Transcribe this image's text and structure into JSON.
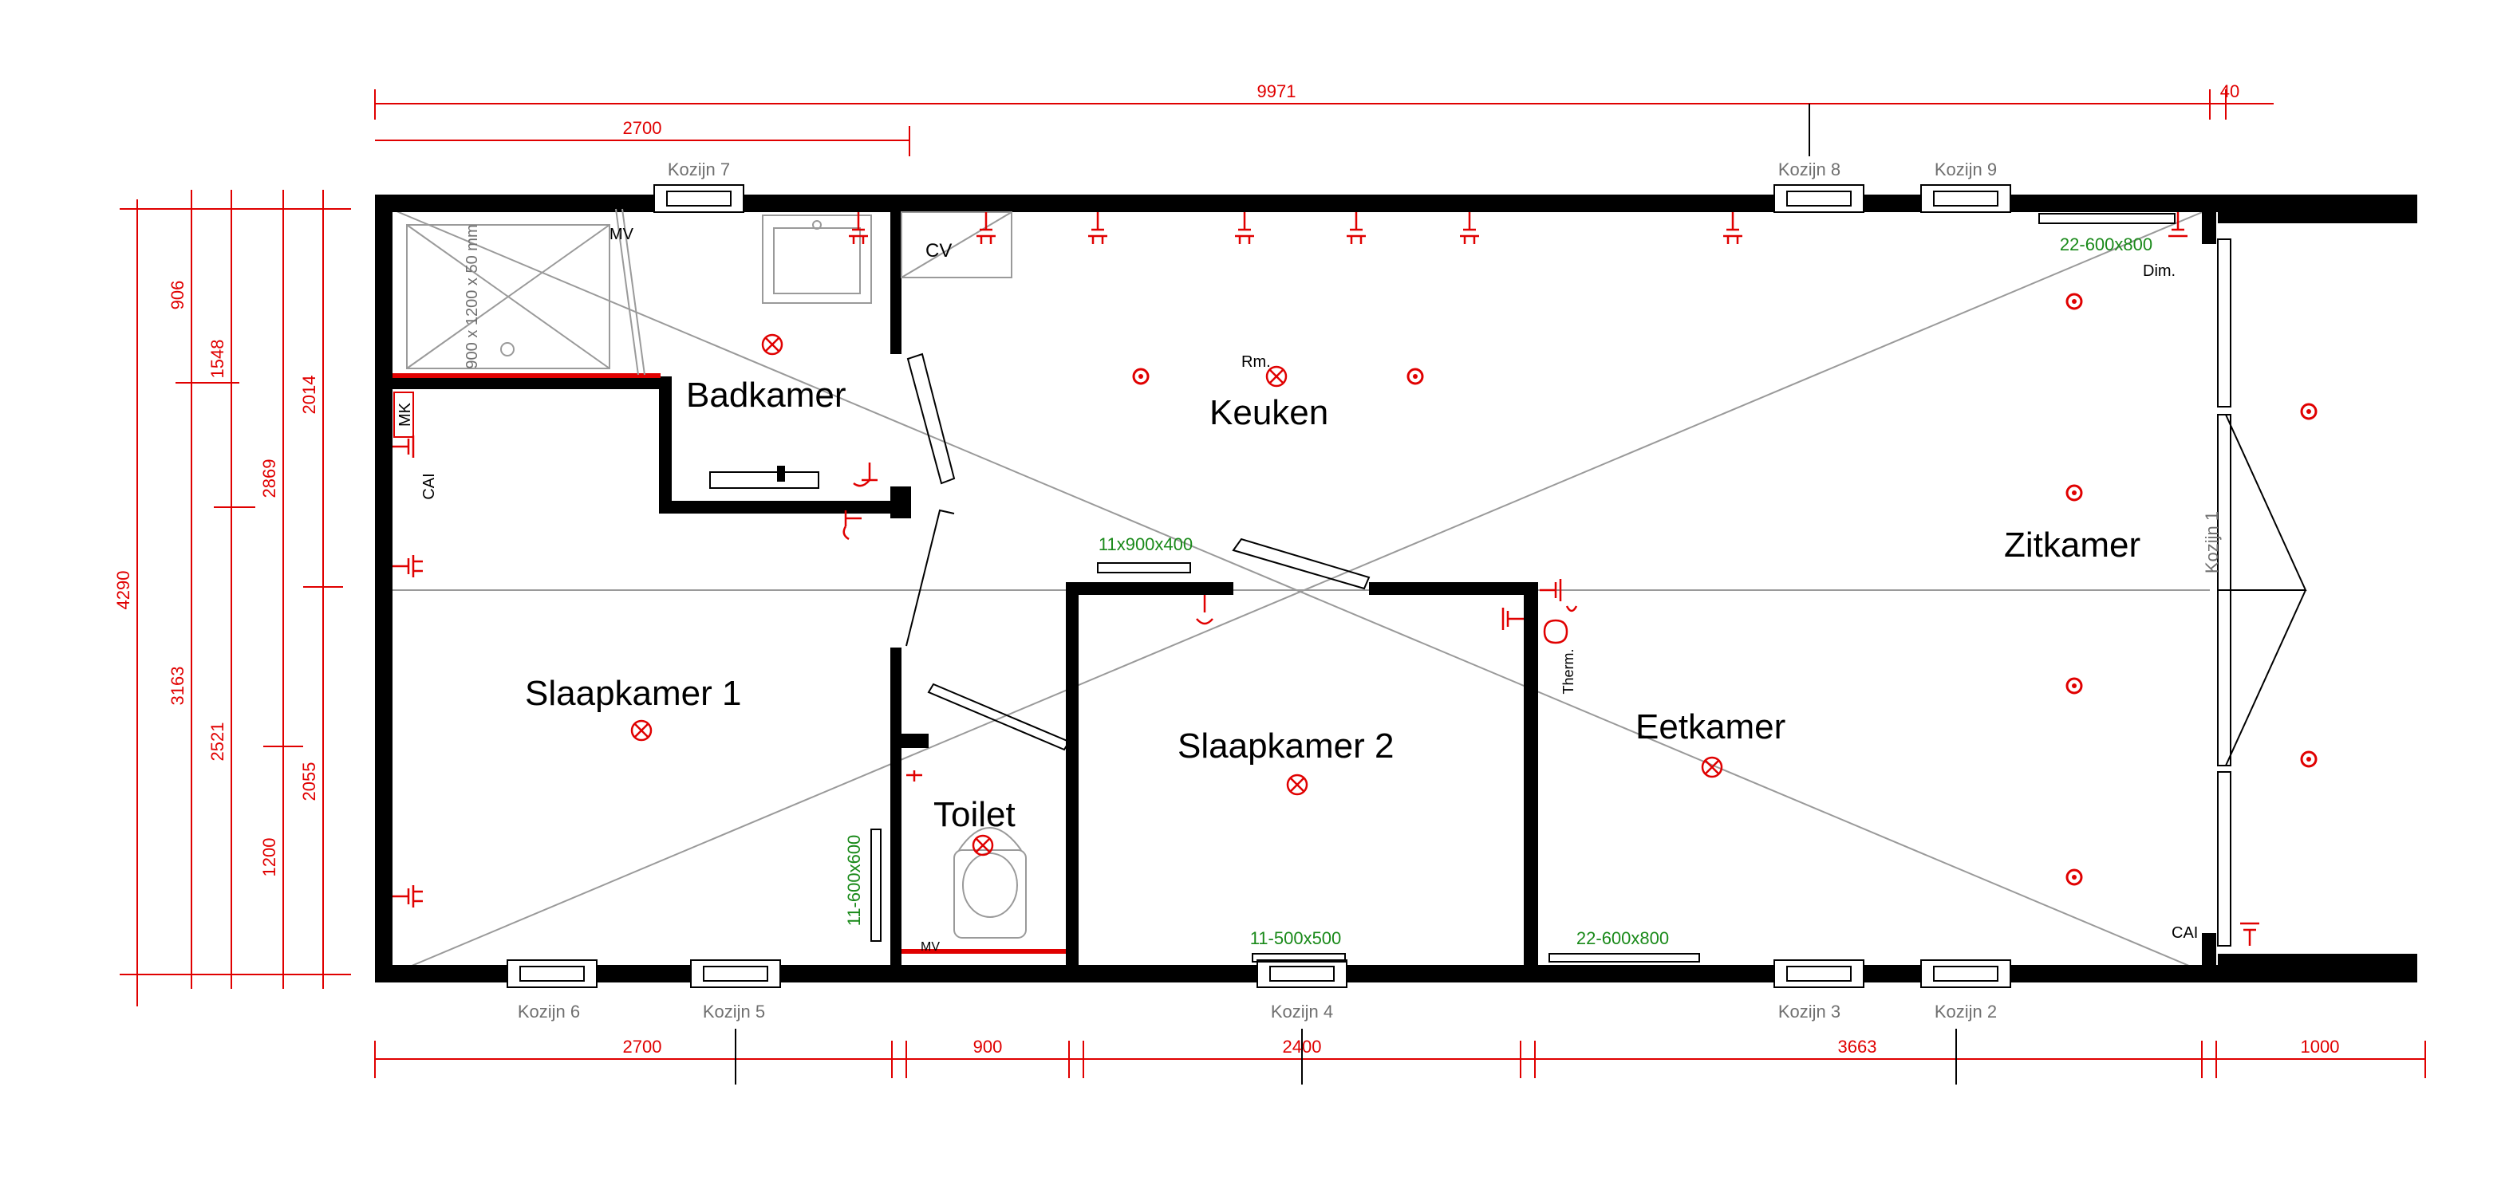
{
  "rooms": {
    "badkamer": "Badkamer",
    "keuken": "Keuken",
    "zitkamer": "Zitkamer",
    "slaapkamer1": "Slaapkamer 1",
    "slaapkamer2": "Slaapkamer 2",
    "eetkamer": "Eetkamer",
    "toilet": "Toilet"
  },
  "windows": {
    "k1": "Kozijn 1",
    "k2": "Kozijn 2",
    "k3": "Kozijn 3",
    "k4": "Kozijn 4",
    "k5": "Kozijn 5",
    "k6": "Kozijn 6",
    "k7": "Kozijn 7",
    "k8": "Kozijn 8",
    "k9": "Kozijn 9"
  },
  "radiators": {
    "r1": "22-600x800",
    "r2": "11x900x400",
    "r3": "11-600x600",
    "r4": "11-500x500",
    "r5": "22-600x800"
  },
  "labels": {
    "mv1": "MV",
    "mv2": "MV",
    "cv": "CV",
    "mk": "MK",
    "cai1": "CAI",
    "cai2": "CAI",
    "rm": "Rm.",
    "dim": "Dim.",
    "therm": "Therm.",
    "shower": "900 x 1200 x 50 mm"
  },
  "dimensions": {
    "top": [
      "9971",
      "40",
      "2700"
    ],
    "bottom": [
      "2700",
      "900",
      "2400",
      "3663",
      "1000"
    ],
    "left_outer": [
      "4290"
    ],
    "left_col2": [
      "906",
      "3163"
    ],
    "left_col3": [
      "1548",
      "2521"
    ],
    "left_col4": [
      "2869",
      "1200"
    ],
    "left_col5": [
      "2014",
      "2055"
    ]
  }
}
